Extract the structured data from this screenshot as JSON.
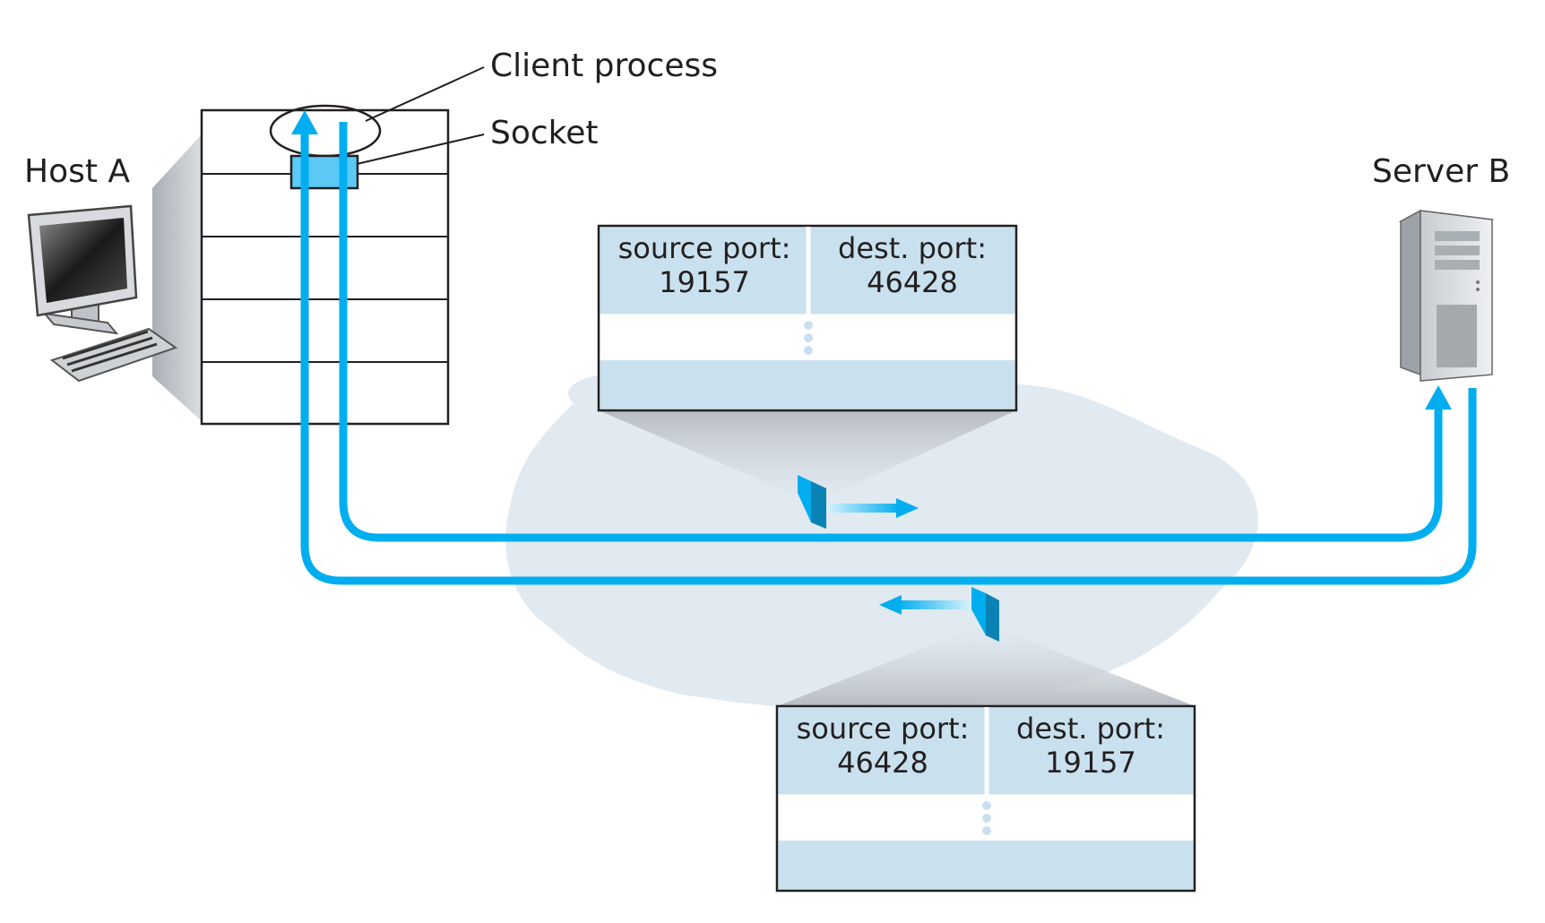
{
  "host_a": {
    "label": "Host A",
    "icon": "desktop-computer-icon"
  },
  "server_b": {
    "label": "Server B",
    "icon": "server-tower-icon"
  },
  "callouts": {
    "client_process": "Client process",
    "socket": "Socket"
  },
  "segments": [
    {
      "name": "segment-a-to-b",
      "source_label": "source port:",
      "source_value": "19157",
      "dest_label": "dest. port:",
      "dest_value": "46428"
    },
    {
      "name": "segment-b-to-a",
      "source_label": "source port:",
      "source_value": "46428",
      "dest_label": "dest. port:",
      "dest_value": "19157"
    }
  ],
  "colors": {
    "arrow": "#00aeef",
    "segment_fill": "#c9e1ee",
    "cloud": "#e1e9f1",
    "socket": "#5bc8f5"
  }
}
